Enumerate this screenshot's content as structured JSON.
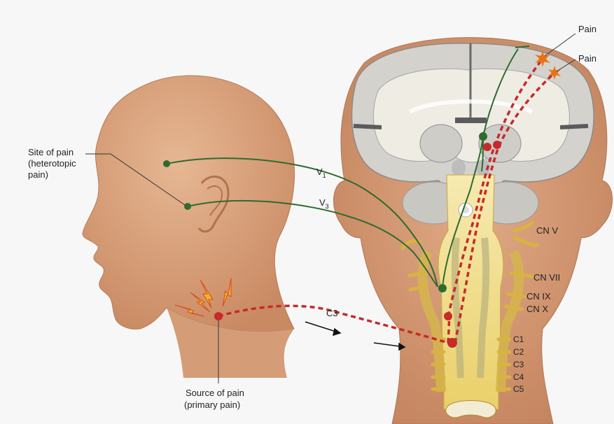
{
  "labels": {
    "site_of_pain": [
      "Site of pain",
      "(heterotopic",
      "pain)"
    ],
    "source_of_pain": [
      "Source of pain",
      "(primary pain)"
    ],
    "pain_1": "Pain",
    "pain_2": "Pain",
    "v1": "V",
    "v1_sub": "1",
    "v3": "V",
    "v3_sub": "3",
    "c3_path": "C3",
    "cn_v": "CN V",
    "cn_vii": "CN VII",
    "cn_ix": "CN IX",
    "cn_x": "CN X",
    "c1": "C1",
    "c2": "C2",
    "c3": "C3",
    "c4": "C4",
    "c5": "C5"
  },
  "colors": {
    "skin": "#d9a47f",
    "skin_shadow": "#c4865e",
    "brain_gray": "#d8d8d8",
    "brain_white": "#f0efe9",
    "spinal_yellow": "#f1dc85",
    "trigeminal_green": "#2e6b2e",
    "cervical_red": "#c62a2a",
    "leader": "#333333"
  }
}
